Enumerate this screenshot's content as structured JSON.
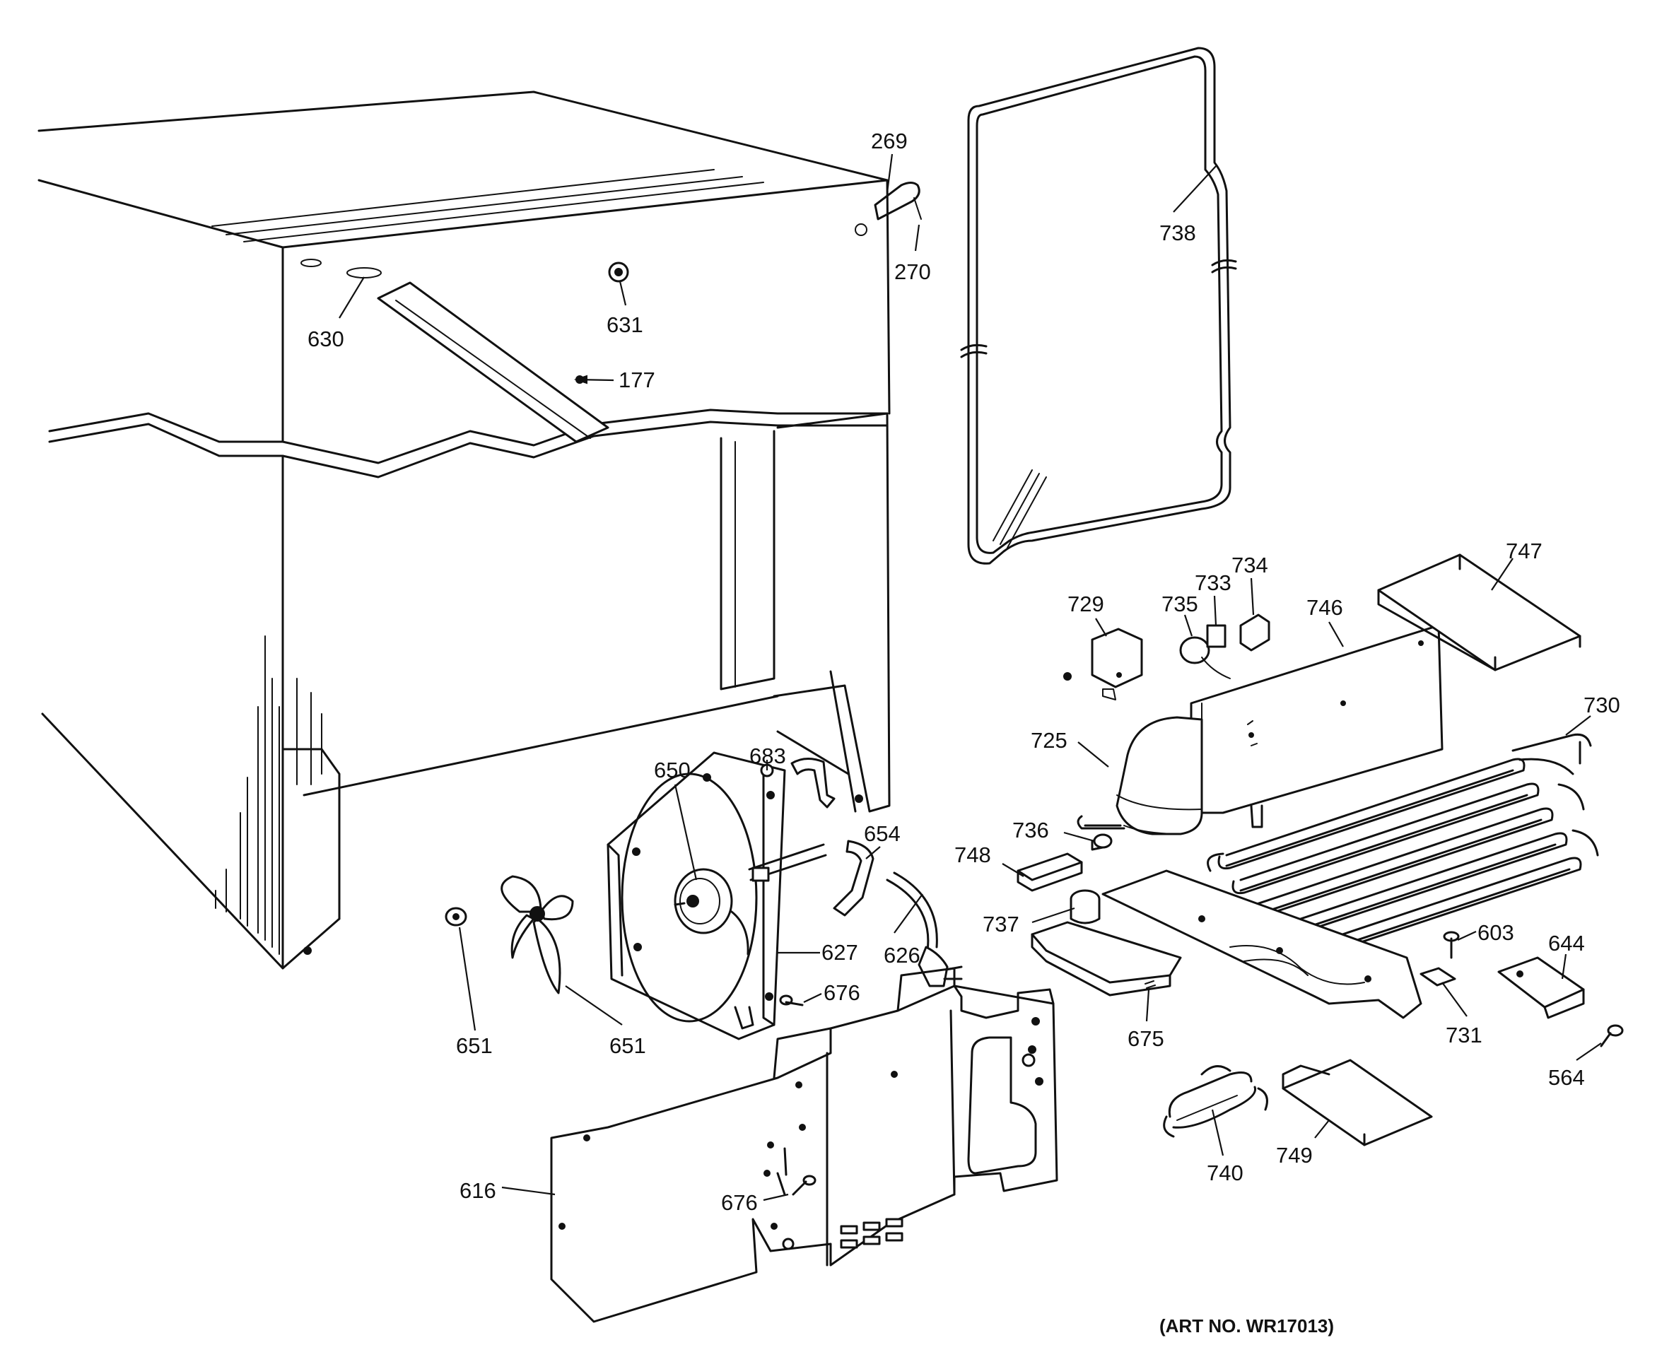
{
  "art_number": "(ART NO. WR17013)",
  "callouts": [
    {
      "id": "269",
      "text": "269"
    },
    {
      "id": "270",
      "text": "270"
    },
    {
      "id": "738",
      "text": "738"
    },
    {
      "id": "630",
      "text": "630"
    },
    {
      "id": "631",
      "text": "631"
    },
    {
      "id": "177",
      "text": "177"
    },
    {
      "id": "729",
      "text": "729"
    },
    {
      "id": "735",
      "text": "735"
    },
    {
      "id": "733",
      "text": "733"
    },
    {
      "id": "734",
      "text": "734"
    },
    {
      "id": "746",
      "text": "746"
    },
    {
      "id": "747",
      "text": "747"
    },
    {
      "id": "730",
      "text": "730"
    },
    {
      "id": "725",
      "text": "725"
    },
    {
      "id": "683",
      "text": "683"
    },
    {
      "id": "650",
      "text": "650"
    },
    {
      "id": "654",
      "text": "654"
    },
    {
      "id": "736",
      "text": "736"
    },
    {
      "id": "748",
      "text": "748"
    },
    {
      "id": "737",
      "text": "737"
    },
    {
      "id": "627",
      "text": "627"
    },
    {
      "id": "626",
      "text": "626"
    },
    {
      "id": "676a",
      "text": "676"
    },
    {
      "id": "603",
      "text": "603"
    },
    {
      "id": "644",
      "text": "644"
    },
    {
      "id": "651a",
      "text": "651"
    },
    {
      "id": "651b",
      "text": "651"
    },
    {
      "id": "675",
      "text": "675"
    },
    {
      "id": "731",
      "text": "731"
    },
    {
      "id": "564",
      "text": "564"
    },
    {
      "id": "749",
      "text": "749"
    },
    {
      "id": "740",
      "text": "740"
    },
    {
      "id": "616",
      "text": "616"
    },
    {
      "id": "676b",
      "text": "676"
    }
  ]
}
